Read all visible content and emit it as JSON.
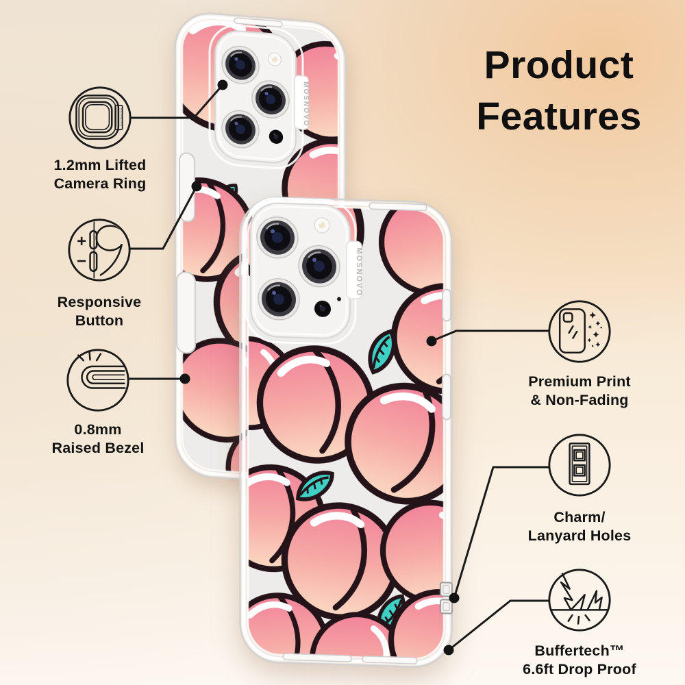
{
  "brand": "MOSNOVO",
  "title": {
    "line1": "Product",
    "line2": "Features"
  },
  "features": [
    {
      "id": "camera-ring",
      "icon": "camera-ring-icon",
      "line1": "1.2mm Lifted",
      "line2": "Camera Ring"
    },
    {
      "id": "responsive-button",
      "icon": "responsive-button-icon",
      "line1": "Responsive",
      "line2": "Button"
    },
    {
      "id": "raised-bezel",
      "icon": "raised-bezel-icon",
      "line1": "0.8mm",
      "line2": "Raised Bezel"
    },
    {
      "id": "premium-print",
      "icon": "premium-print-icon",
      "line1": "Premium Print",
      "line2": "& Non-Fading"
    },
    {
      "id": "charm-lanyard",
      "icon": "lanyard-holes-icon",
      "line1": "Charm/",
      "line2": "Lanyard Holes"
    },
    {
      "id": "buffertech",
      "icon": "drop-proof-icon",
      "line1": "Buffertech™",
      "line2": "6.6ft Drop Proof"
    }
  ],
  "glyphs": {
    "plus": "+",
    "minus": "−"
  },
  "colors": {
    "callout_line": "#1a1a1a",
    "label_text": "#121212",
    "peach_outline": "#241419",
    "peach_top": "#f1839a",
    "peach_mid": "#f6a9a5",
    "peach_bottom": "#fbdac3",
    "leaf_teal": "#3ed0c4",
    "bg_warm": "#f2c494",
    "bg_cream": "#efe4d5",
    "bg_light": "#fdf8f2"
  }
}
